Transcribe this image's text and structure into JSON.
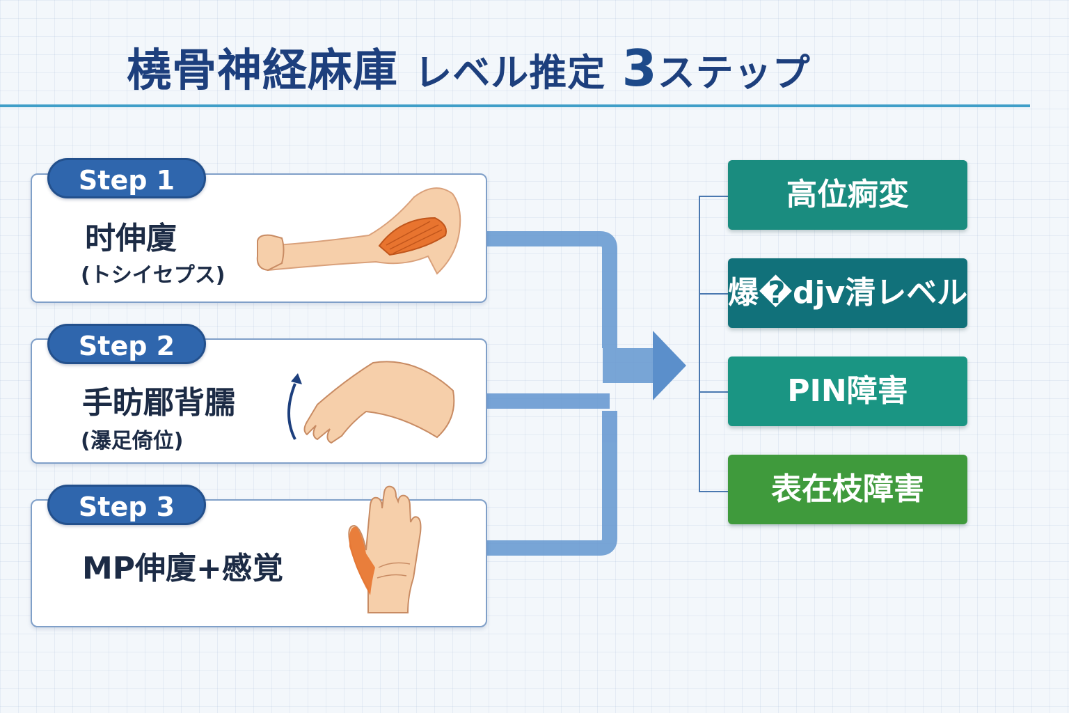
{
  "title": {
    "part1": "橈骨神経麻庫",
    "part2": "レベル推定",
    "number": "3",
    "part3": "ステップ"
  },
  "steps": [
    {
      "badge": "Step 1",
      "main": "时伸廈",
      "sub": "(トシイセプス)"
    },
    {
      "badge": "Step 2",
      "main": "手眆郿背臑",
      "sub": "(瀑足倚位)"
    },
    {
      "badge": "Step 3",
      "main": "MP伸廈+慼覚",
      "sub": ""
    }
  ],
  "results": [
    {
      "label": "高位痾変",
      "color": "#1a8c7f"
    },
    {
      "label": "爆�djv清レベル",
      "color": "#11717a"
    },
    {
      "label": "PIN障害",
      "color": "#1a9583"
    },
    {
      "label": "表在枝障害",
      "color": "#3f9a3c"
    }
  ],
  "colors": {
    "title": "#1d3f7d",
    "badge": "#2f66ad",
    "connector": "#5b8fcb",
    "bracket": "#4a78b0"
  },
  "icons": {
    "step1": "arm-biceps-icon",
    "step2": "wrist-drop-icon",
    "step3": "palm-sensory-icon"
  }
}
